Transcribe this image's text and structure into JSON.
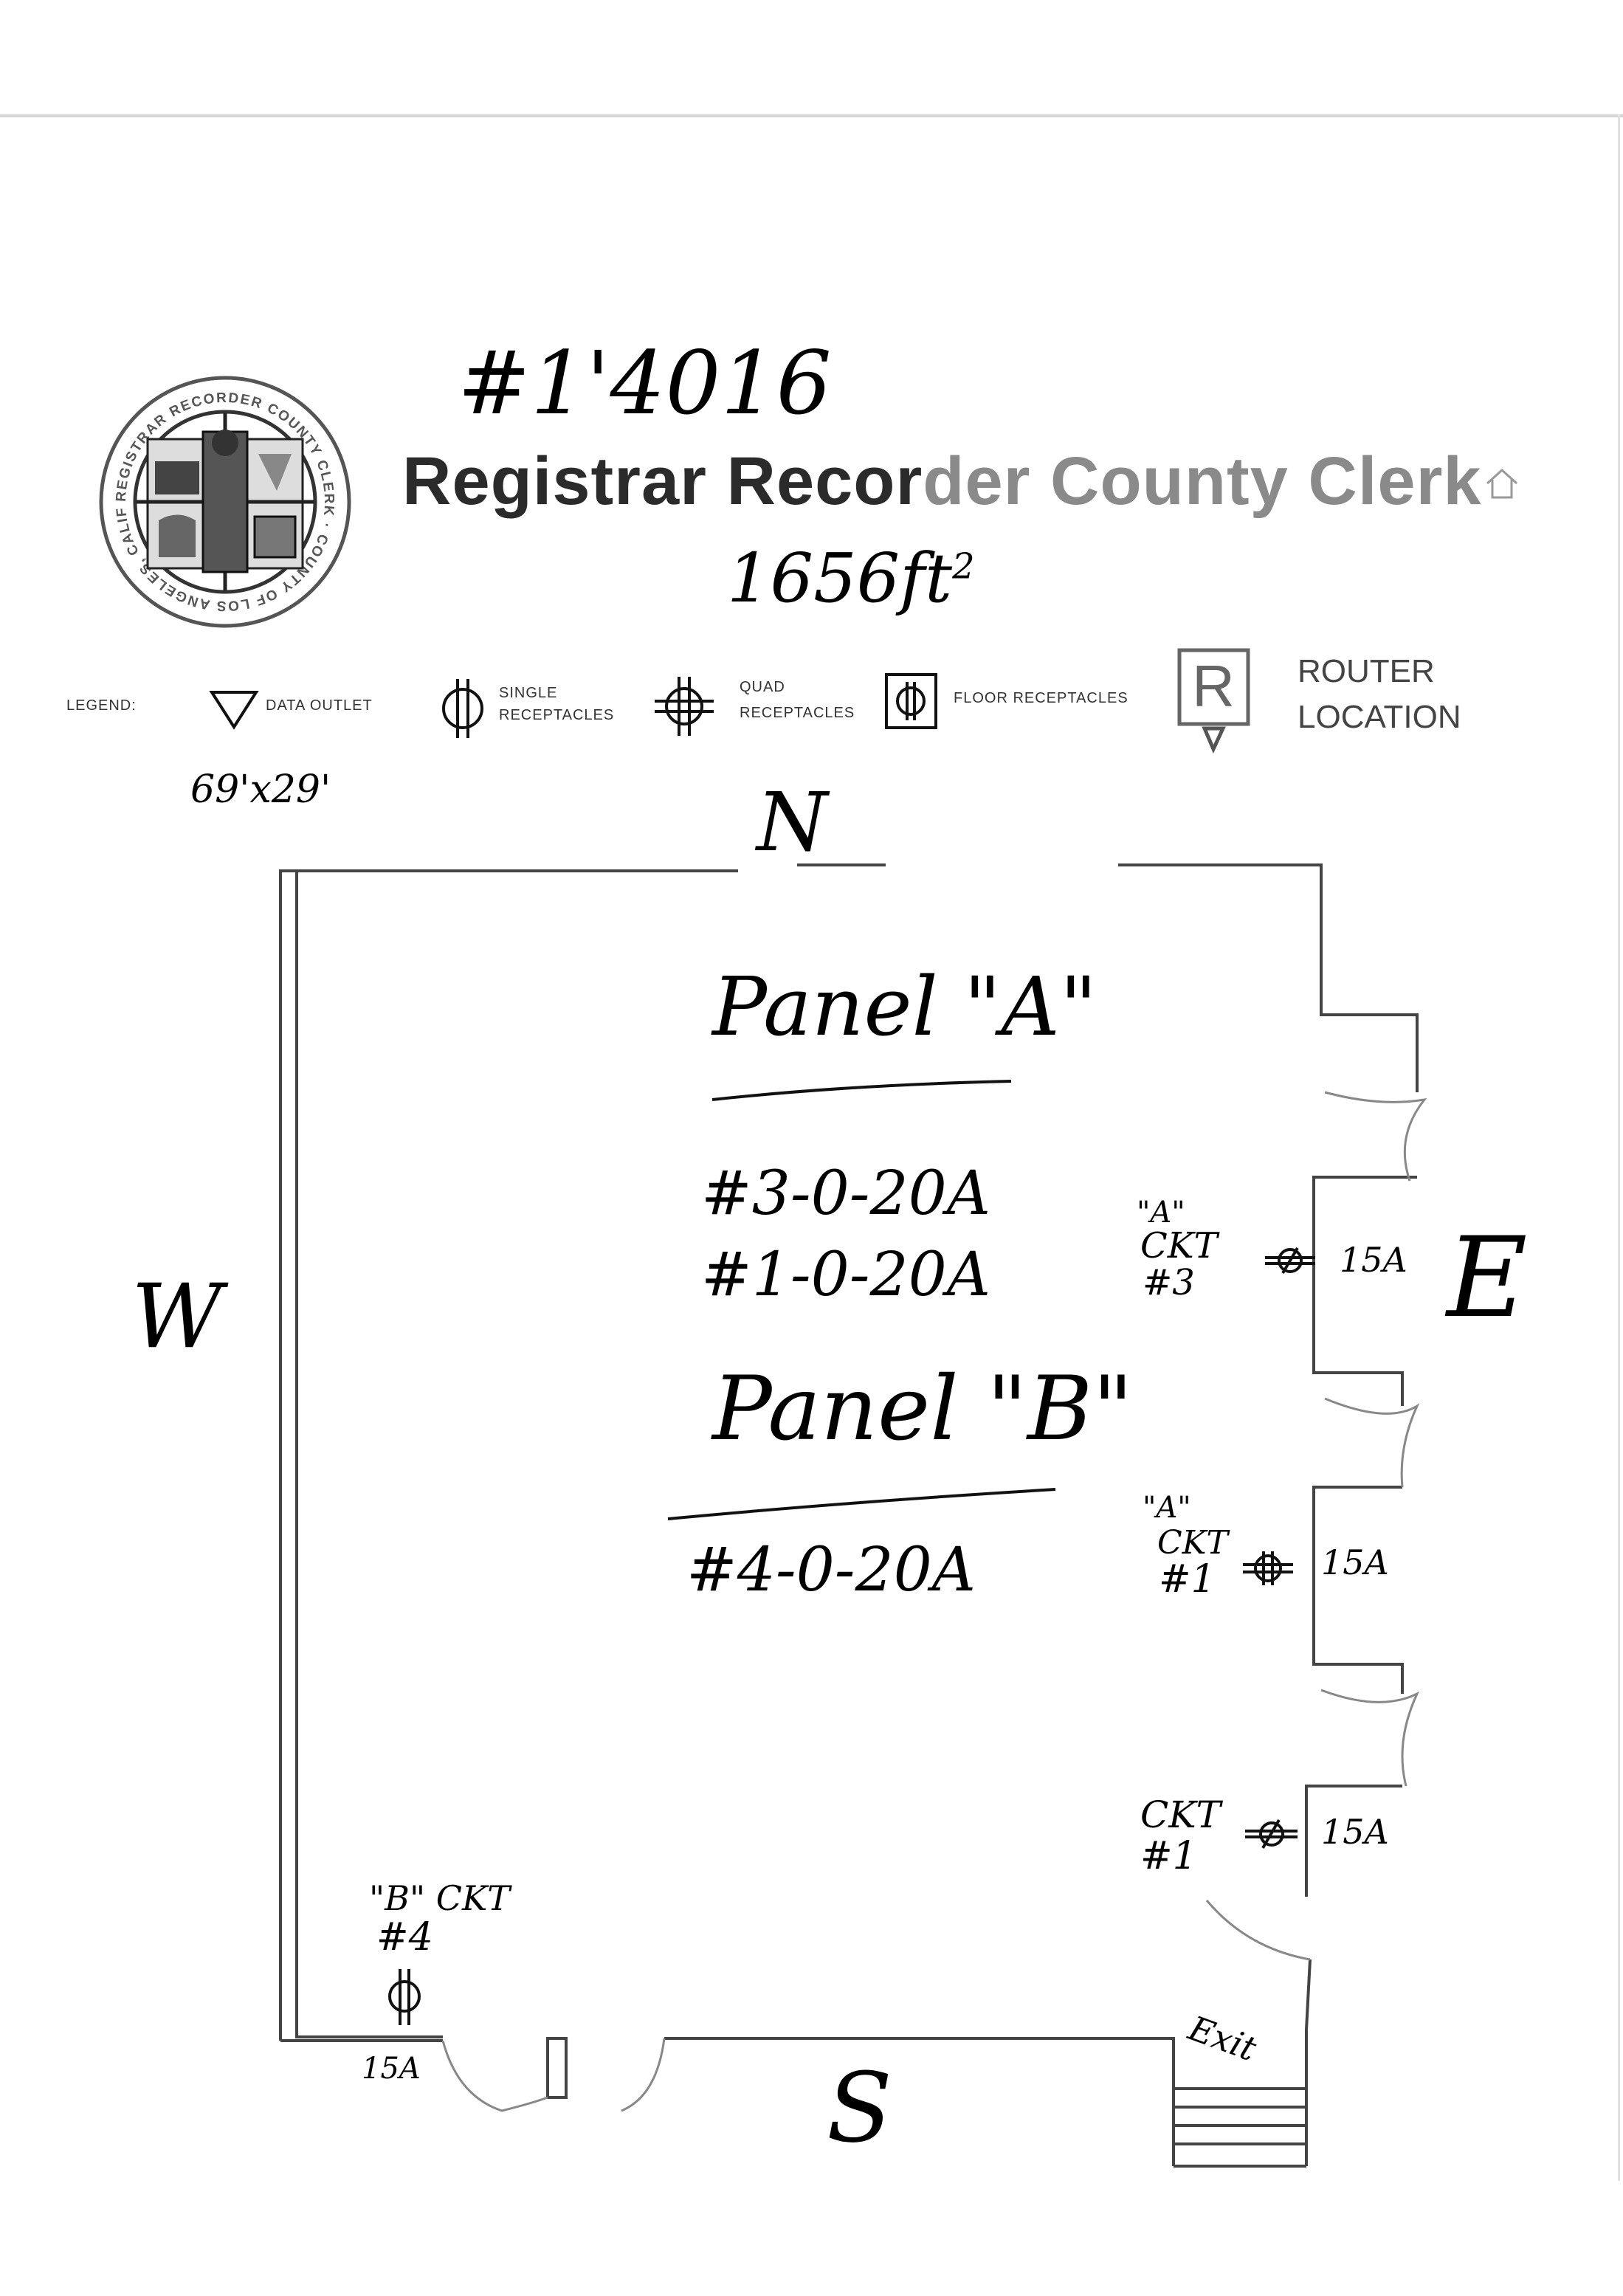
{
  "handwritten": {
    "number": "#1'4016",
    "area": "1656ft",
    "area_exp": "2",
    "dimensions": "69'x29'"
  },
  "header": {
    "title_part1": "Registrar Recor",
    "title_part2": "der County Clerk",
    "seal_text": "REGISTRAR RECORDER COUNTY CLERK · COUNTY OF LOS ANGELES, CALIFORNIA"
  },
  "legend": {
    "label": "LEGEND:",
    "data_outlet": "DATA OUTLET",
    "single_1": "SINGLE",
    "single_2": "RECEPTACLES",
    "quad_1": "QUAD",
    "quad_2": "RECEPTACLES",
    "floor": "FLOOR RECEPTACLES",
    "router_1": "ROUTER",
    "router_2": "LOCATION"
  },
  "compass": {
    "north": "N",
    "south": "S",
    "east": "E",
    "west": "W"
  },
  "panels": {
    "panel_a_title": "Panel \"A\"",
    "panel_a_line1": "#3-0-20A",
    "panel_a_line2": "#1-0-20A",
    "panel_b_title": "Panel \"B\"",
    "panel_b_line1": "#4-0-20A"
  },
  "circuits": {
    "c1_panel": "\"A\"",
    "c1_ckt": "CKT",
    "c1_num": "#3",
    "c1_amp": "15A",
    "c2_panel": "\"A\"",
    "c2_ckt": "CKT",
    "c2_num": "#1",
    "c2_amp": "15A",
    "c3_ckt": "CKT",
    "c3_num": "#1",
    "c3_amp": "15A",
    "c4_ckt": "\"B\" CKT",
    "c4_num": "#4",
    "c4_amp": "15A"
  },
  "exit_label": "Exit"
}
